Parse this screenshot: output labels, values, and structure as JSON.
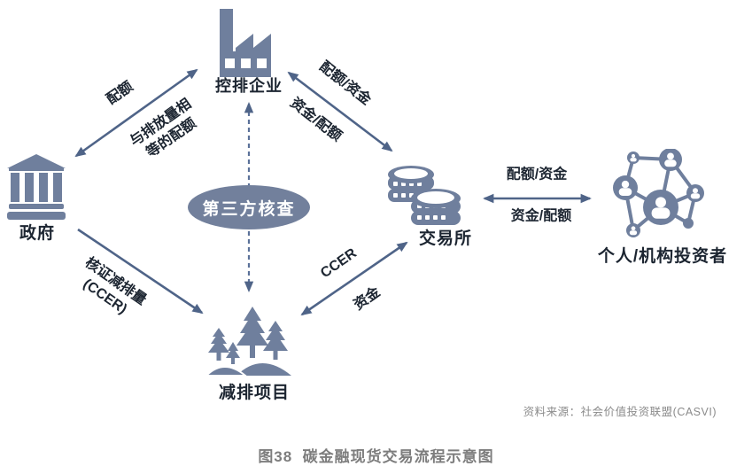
{
  "nodes": {
    "government": "政府",
    "enterprise": "控排企业",
    "exchange": "交易所",
    "investors": "个人/机构投资者",
    "project": "减排项目",
    "verifier": "第三方核查"
  },
  "edges": {
    "quota": "配额",
    "quota_equal": "与排放量相\n等的配额",
    "ent_exch_give": "配额/资金",
    "ent_exch_get": "资金/配额",
    "exch_inv_give": "配额/资金",
    "exch_inv_get": "资金/配额",
    "ccer_verified": "核证减排量\n(CCER)",
    "ccer": "CCER",
    "funds": "资金"
  },
  "footer": {
    "source": "资料来源：社会价值投资联盟(CASVI)",
    "caption": "图38  碳金融现货交易流程示意图"
  },
  "colors": {
    "icon": "#6f7f9d",
    "arrow": "#4f6488",
    "text": "#1c2531",
    "ellipse_fill": "#72809c",
    "muted_gray": "#8b8b8b"
  }
}
